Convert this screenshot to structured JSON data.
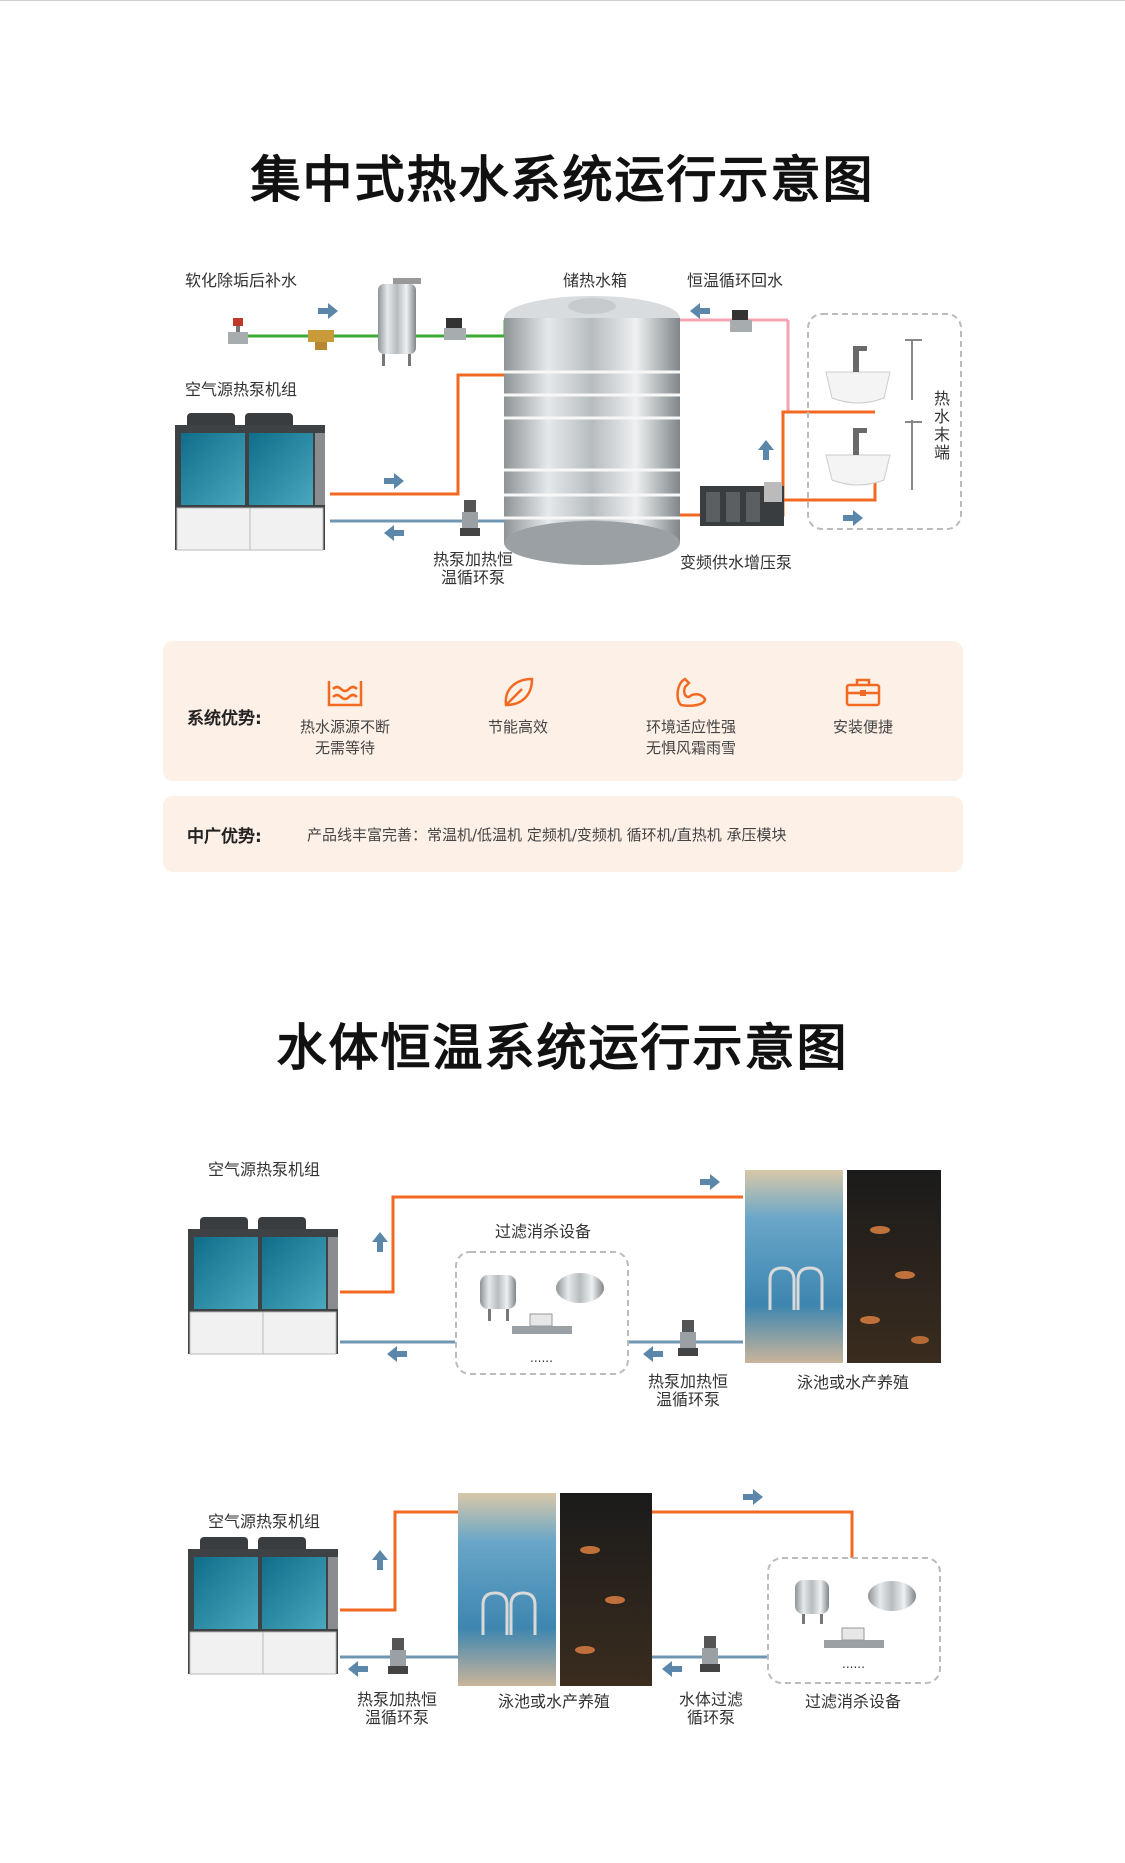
{
  "sections": [
    {
      "title": "集中式热水系统运行示意图",
      "labels": {
        "makeup_water": "软化除垢后补水",
        "storage_tank": "储热水箱",
        "return_water": "恒温循环回水",
        "heat_pump_unit": "空气源热泵机组",
        "circulation_pump_line1": "热泵加热恒",
        "circulation_pump_line2": "温循环泵",
        "booster_pump": "变频供水增压泵",
        "hot_water_terminal": [
          "热",
          "水",
          "末",
          "端"
        ]
      }
    },
    {
      "title": "水体恒温系统运行示意图",
      "diagram_a": {
        "heat_pump_unit": "空气源热泵机组",
        "filter_equipment": "过滤消杀设备",
        "ellipsis": "......",
        "pump_line1": "热泵加热恒",
        "pump_line2": "温循环泵",
        "pool": "泳池或水产养殖"
      },
      "diagram_b": {
        "heat_pump_unit": "空气源热泵机组",
        "pump_line1": "热泵加热恒",
        "pump_line2": "温循环泵",
        "pool": "泳池或水产养殖",
        "filter_pump_line1": "水体过滤",
        "filter_pump_line2": "循环泵",
        "filter_equipment": "过滤消杀设备",
        "ellipsis": "......"
      }
    }
  ],
  "advantages": {
    "heading": "系统优势:",
    "items": [
      {
        "icon": "water-wave-icon",
        "line1": "热水源源不断",
        "line2": "无需等待"
      },
      {
        "icon": "leaf-icon",
        "line1": "节能高效",
        "line2": ""
      },
      {
        "icon": "strong-arm-icon",
        "line1": "环境适应性强",
        "line2": "无惧风霜雨雪"
      },
      {
        "icon": "toolbox-icon",
        "line1": "安装便捷",
        "line2": ""
      }
    ]
  },
  "zhongguang": {
    "heading": "中广优势:",
    "text": "产品线丰富完善：常温机/低温机  定频机/变频机  循环机/直热机 承压模块"
  },
  "colors": {
    "hot_pipe": "#f26a21",
    "cold_pipe": "#6f97b3",
    "makeup_pipe": "#3aaa35",
    "return_pipe": "#f4a3b0",
    "arrow": "#5b87aa",
    "panel_bg": "#fdf0e7",
    "icon": "#f26a21"
  }
}
